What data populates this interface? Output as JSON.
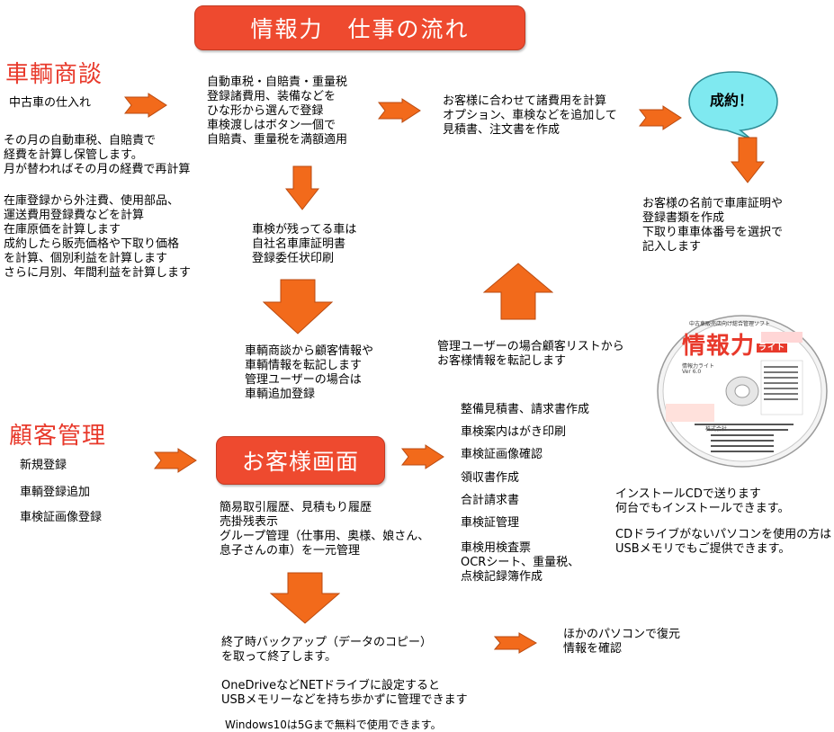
{
  "title": "情報力　仕事の流れ",
  "vehicle_section": {
    "heading": "車輌商談",
    "purchase_label": "中古車の仕入れ",
    "tax_note": [
      "その月の自動車税、自賠責で",
      "経費を計算し保管します。",
      "月が替わればその月の経費で再計算"
    ],
    "inventory_note": [
      "在庫登録から外注費、使用部品、",
      "運送費用登録費などを計算",
      "在庫原価を計算します",
      "成約したら販売価格や下取り価格",
      "を計算、個別利益を計算します",
      "さらに月別、年間利益を計算します"
    ]
  },
  "center_block": [
    "自動車税・自賠責・重量税",
    "登録諸費用、装備などを",
    "ひな形から選んで登録",
    "車検渡しはボタン一個で",
    "自賠責、重量税を満額適用"
  ],
  "estimate_block": [
    "お客様に合わせて諸費用を計算",
    "オプション、車検などを追加して",
    "見積書、注文書を作成"
  ],
  "contract_bubble": "成約！",
  "registration_block": [
    "お客様の名前で車庫証明や",
    "登録書類を作成",
    "下取り車車体番号を選択で",
    "記入します"
  ],
  "inspection_block": [
    "車検が残ってる車は",
    "自社名車庫証明書",
    "登録委任状印刷"
  ],
  "transfer_block": [
    "車輌商談から顧客情報や",
    "車輌情報を転記します",
    "管理ユーザーの場合は",
    "車輌追加登録"
  ],
  "admin_block": [
    "管理ユーザーの場合顧客リストから",
    "お客様情報を転記します"
  ],
  "cd": {
    "subtitle": "中古車販売店向け総合管理ソフト",
    "product_name": "情報力",
    "product_suffix": "ライト",
    "version_name": "情報力ライト",
    "version": "Ver 6.0",
    "company": "株式会社"
  },
  "install_note": [
    "インストールCDで送ります",
    "何台でもインストールできます。"
  ],
  "usb_note": [
    "CDドライブがないパソコンを使用の方は",
    "USBメモリでもご提供できます。"
  ],
  "customer_section": {
    "heading": "顧客管理",
    "items": [
      "新規登録",
      "車輌登録追加",
      "車検証画像登録"
    ]
  },
  "customer_screen_label": "お客様画面",
  "features": [
    "整備見積書、請求書作成",
    "車検案内はがき印刷",
    "車検証画像確認",
    "領収書作成",
    "合計請求書",
    "車検証管理"
  ],
  "features_extra": [
    "車検用検査票",
    "OCRシート、重量税、",
    "点検記録簿作成"
  ],
  "history_block": [
    "簡易取引履歴、見積もり履歴",
    "売掛残表示",
    "グループ管理（仕事用、奥様、娘さん、",
    "息子さんの車）を一元管理"
  ],
  "backup_block": [
    "終了時バックアップ（データのコピー）",
    "を取って終了します。"
  ],
  "drive_block": [
    "OneDriveなどNETドライブに設定すると",
    "USBメモリーなどを持ち歩かずに管理できます"
  ],
  "windows_note": "Windows10は5Gまで無料で使用できます。",
  "restore_block": [
    "ほかのパソコンで復元",
    "情報を確認"
  ],
  "colors": {
    "accent": "#ee4a2f",
    "heading_red": "#e8392b",
    "bubble": "#7fe9f0",
    "arrow_orange": "#f26a1b"
  }
}
